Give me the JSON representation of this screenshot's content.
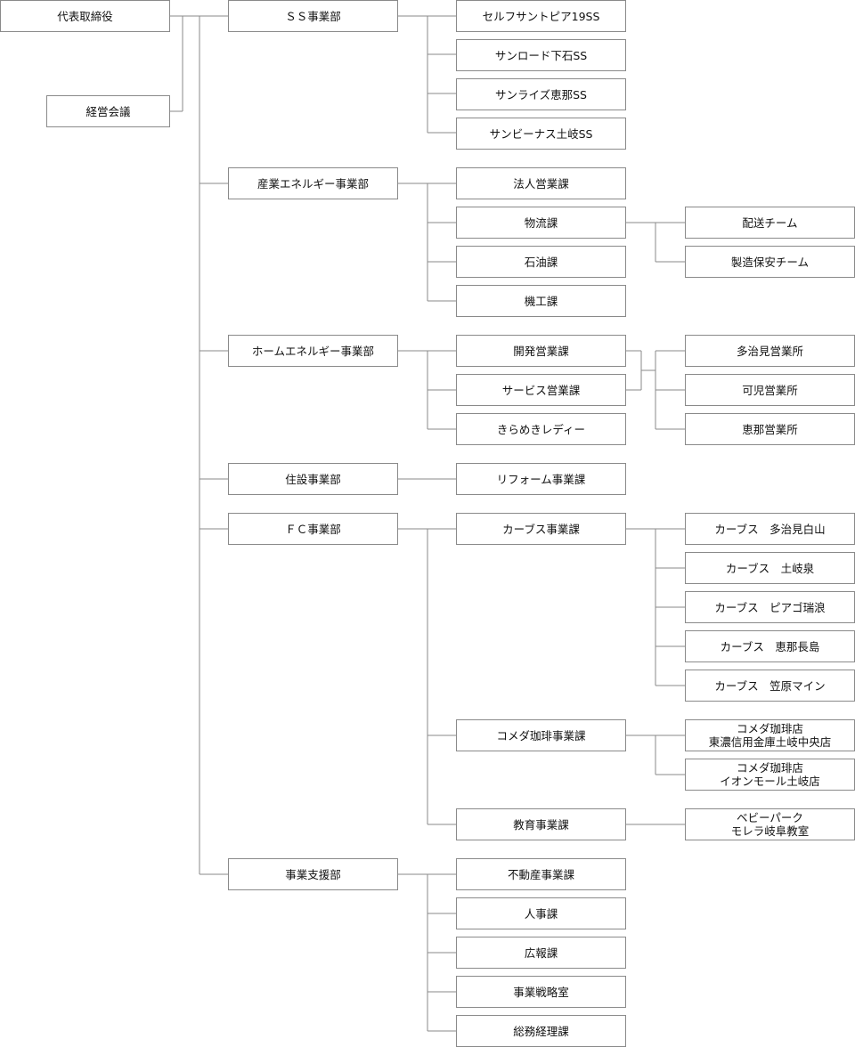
{
  "org_chart": {
    "ceo": "代表取締役",
    "board": "経営会議",
    "departments": {
      "ss": {
        "label": "ＳＳ事業部",
        "children": [
          "セルフサントピア19SS",
          "サンロード下石SS",
          "サンライズ恵那SS",
          "サンビーナス土岐SS"
        ]
      },
      "industrial_energy": {
        "label": "産業エネルギー事業部",
        "corporate_sales": "法人営業課",
        "logistics": "物流課",
        "logistics_teams": [
          "配送チーム",
          "製造保安チーム"
        ],
        "oil": "石油課",
        "machinery": "機工課"
      },
      "home_energy": {
        "label": "ホームエネルギー事業部",
        "dev_sales": "開発営業課",
        "service_sales": "サービス営業課",
        "kirameki": "きらめきレディー",
        "offices": [
          "多治見営業所",
          "可児営業所",
          "恵那営業所"
        ]
      },
      "housing": {
        "label": "住設事業部",
        "reform": "リフォーム事業課"
      },
      "fc": {
        "label": "ＦＣ事業部",
        "curves": "カーブス事業課",
        "curves_stores": [
          "カーブス　多治見白山",
          "カーブス　土岐泉",
          "カーブス　ピアゴ瑞浪",
          "カーブス　恵那長島",
          "カーブス　笠原マイン"
        ],
        "komeda": "コメダ珈琲事業課",
        "komeda_stores": [
          "コメダ珈琲店\n東濃信用金庫土岐中央店",
          "コメダ珈琲店\nイオンモール土岐店"
        ],
        "education": "教育事業課",
        "education_unit": "ベビーパーク\nモレラ岐阜教室"
      },
      "support": {
        "label": "事業支援部",
        "children": [
          "不動産事業課",
          "人事課",
          "広報課",
          "事業戦略室",
          "総務経理課"
        ]
      }
    }
  }
}
